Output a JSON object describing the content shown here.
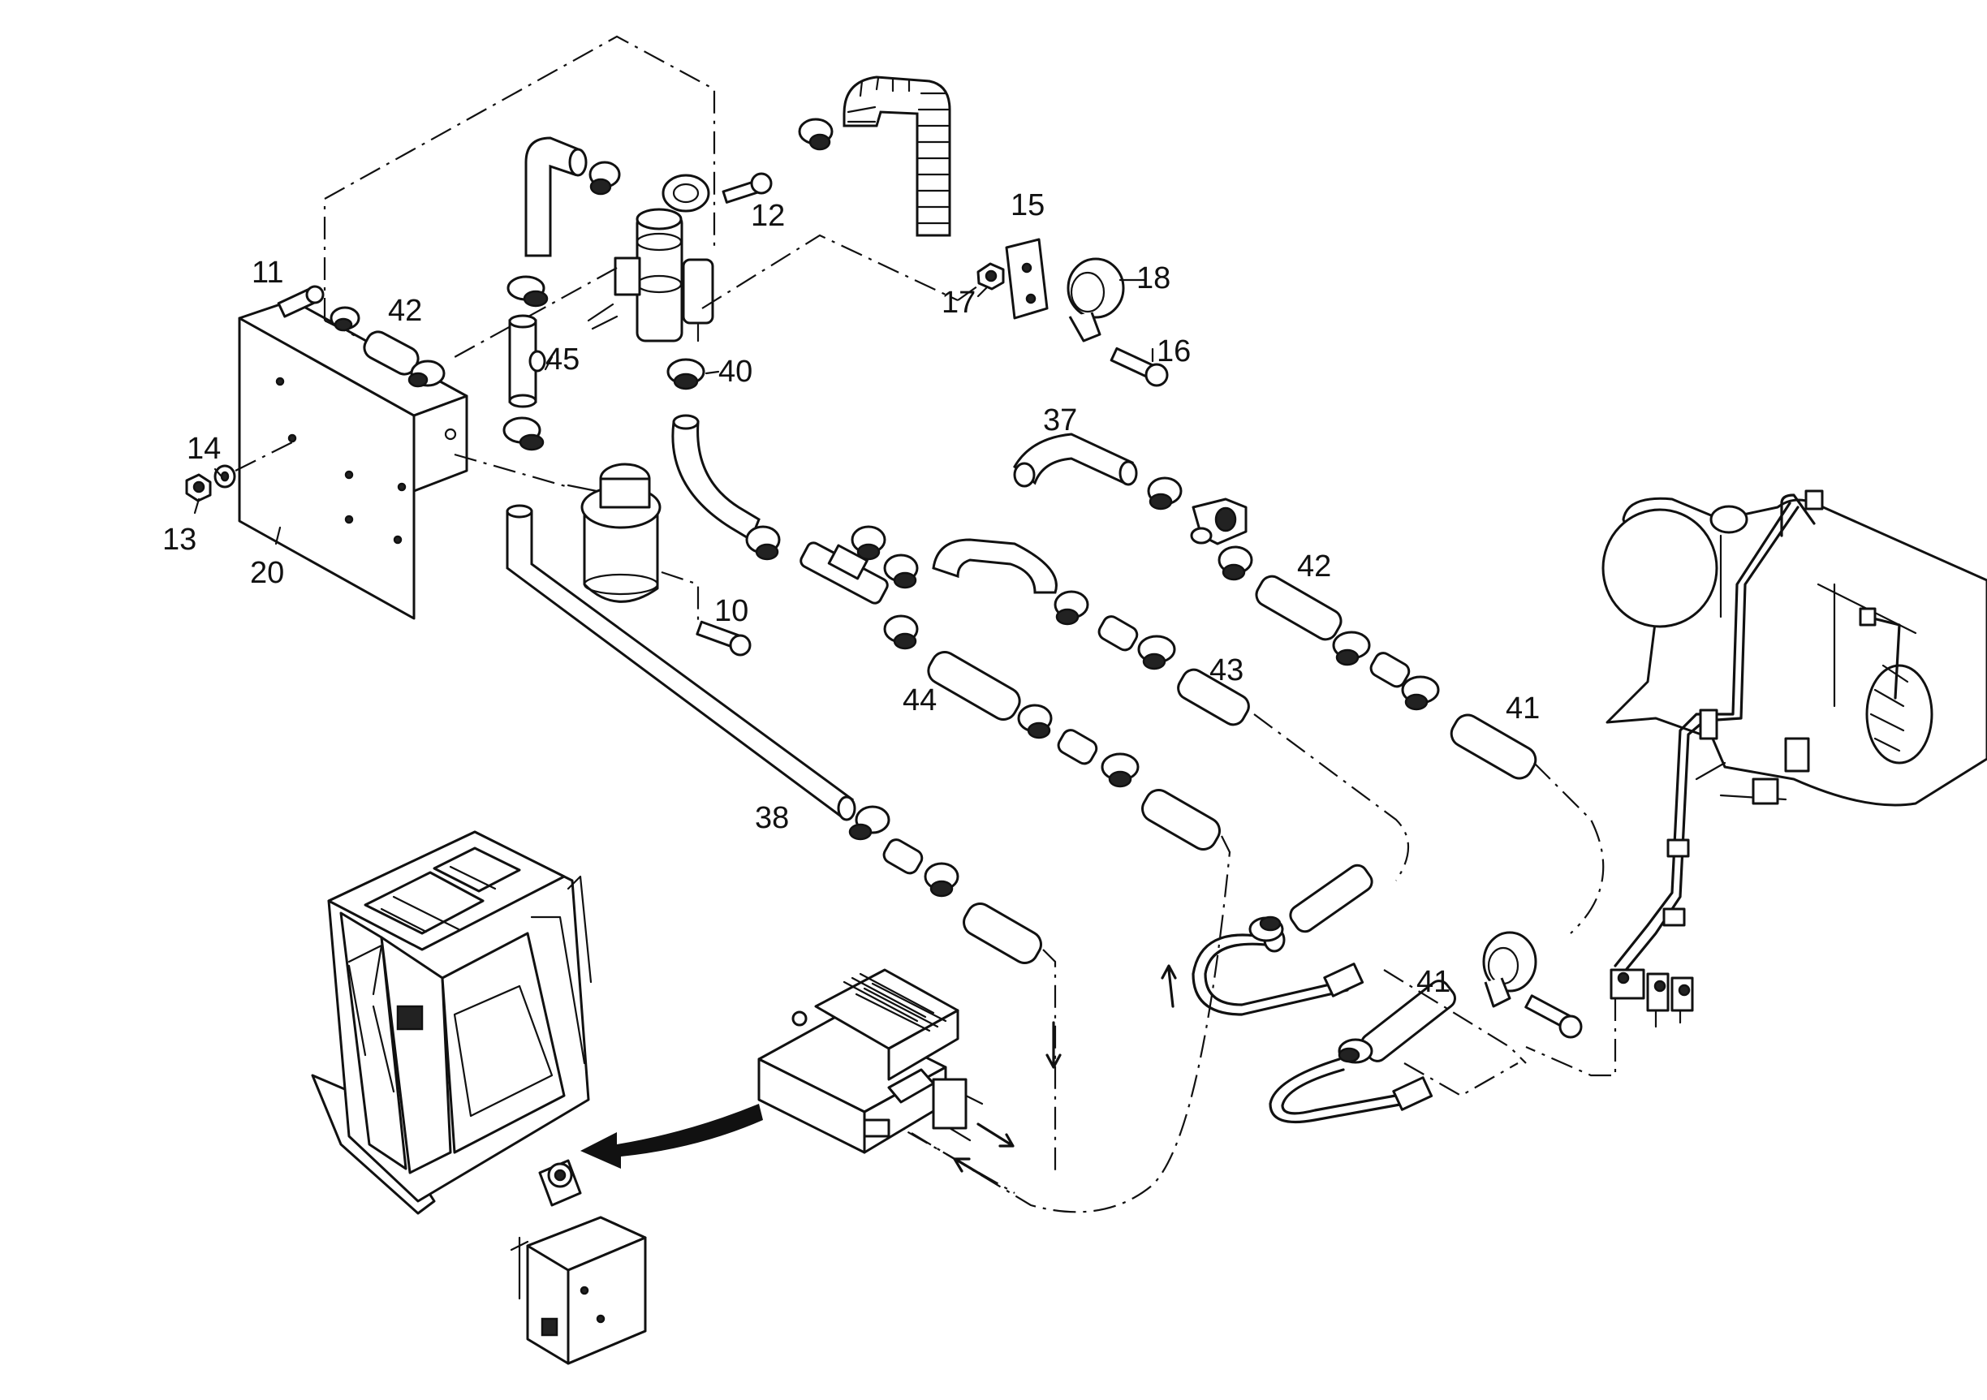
{
  "diagram": {
    "callouts": [
      {
        "id": "c11",
        "label": "11"
      },
      {
        "id": "c42a",
        "label": "42"
      },
      {
        "id": "c45",
        "label": "45"
      },
      {
        "id": "c40",
        "label": "40"
      },
      {
        "id": "c12",
        "label": "12"
      },
      {
        "id": "c15",
        "label": "15"
      },
      {
        "id": "c18",
        "label": "18"
      },
      {
        "id": "c17",
        "label": "17"
      },
      {
        "id": "c16",
        "label": "16"
      },
      {
        "id": "c14",
        "label": "14"
      },
      {
        "id": "c13",
        "label": "13"
      },
      {
        "id": "c20",
        "label": "20"
      },
      {
        "id": "c10",
        "label": "10"
      },
      {
        "id": "c37",
        "label": "37"
      },
      {
        "id": "c42b",
        "label": "42"
      },
      {
        "id": "c43",
        "label": "43"
      },
      {
        "id": "c44",
        "label": "44"
      },
      {
        "id": "c41a",
        "label": "41"
      },
      {
        "id": "c38",
        "label": "38"
      },
      {
        "id": "c41b",
        "label": "41"
      }
    ]
  }
}
